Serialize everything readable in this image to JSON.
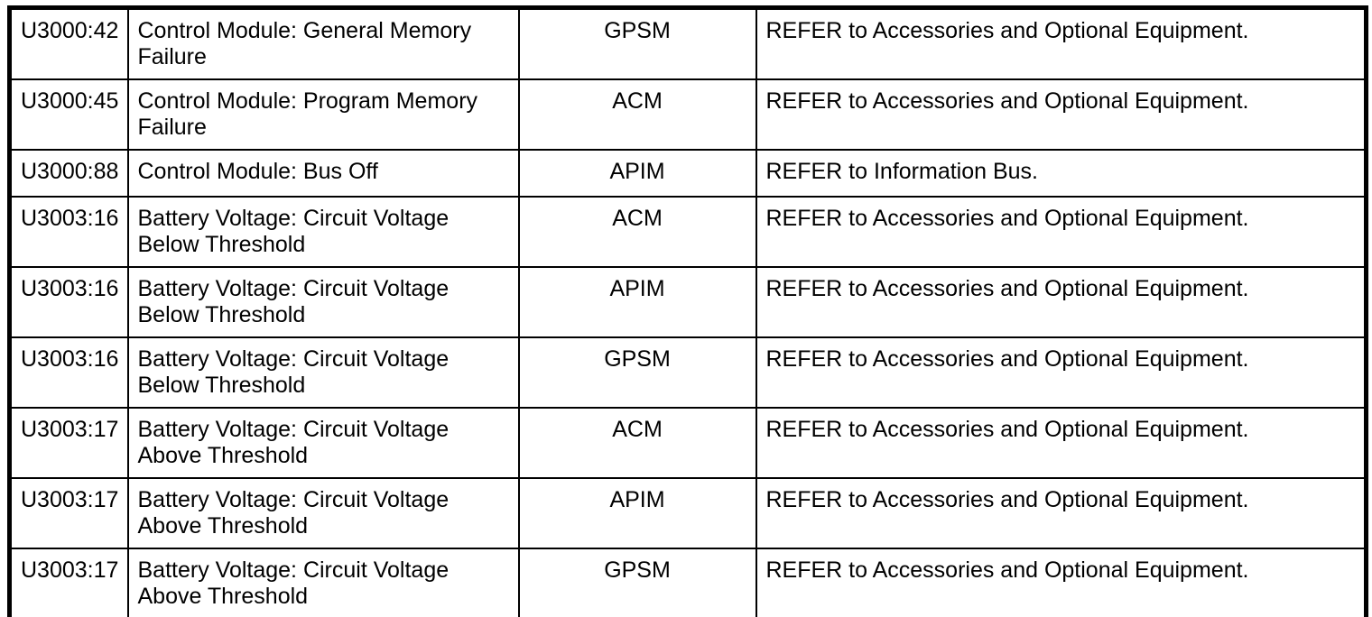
{
  "colors": {
    "text": "#000000",
    "border": "#000000",
    "background": "#ffffff"
  },
  "table": {
    "rows": [
      {
        "code": "U3000:42",
        "description": "Control Module: General Memory Failure",
        "module": "GPSM",
        "action": "REFER to Accessories and Optional Equipment."
      },
      {
        "code": "U3000:45",
        "description": "Control Module: Program Memory Failure",
        "module": "ACM",
        "action": "REFER to Accessories and Optional Equipment."
      },
      {
        "code": "U3000:88",
        "description": "Control Module: Bus Off",
        "module": "APIM",
        "action": "REFER to Information Bus."
      },
      {
        "code": "U3003:16",
        "description": "Battery Voltage: Circuit Voltage Below Threshold",
        "module": "ACM",
        "action": "REFER to Accessories and Optional Equipment."
      },
      {
        "code": "U3003:16",
        "description": "Battery Voltage: Circuit Voltage Below Threshold",
        "module": "APIM",
        "action": "REFER to Accessories and Optional Equipment."
      },
      {
        "code": "U3003:16",
        "description": "Battery Voltage: Circuit Voltage Below Threshold",
        "module": "GPSM",
        "action": "REFER to Accessories and Optional Equipment."
      },
      {
        "code": "U3003:17",
        "description": "Battery Voltage: Circuit Voltage Above Threshold",
        "module": "ACM",
        "action": "REFER to Accessories and Optional Equipment."
      },
      {
        "code": "U3003:17",
        "description": "Battery Voltage: Circuit Voltage Above Threshold",
        "module": "APIM",
        "action": "REFER to Accessories and Optional Equipment."
      },
      {
        "code": "U3003:17",
        "description": "Battery Voltage: Circuit Voltage Above Threshold",
        "module": "GPSM",
        "action": "REFER to Accessories and Optional Equipment."
      }
    ]
  }
}
